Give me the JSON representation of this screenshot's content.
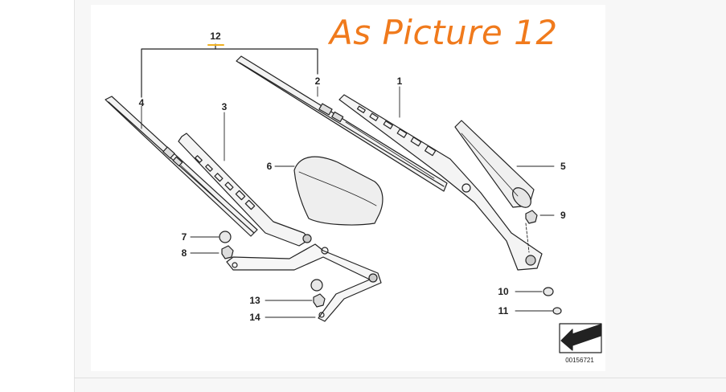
{
  "overlay_title": "As Picture 12",
  "accent_color": "#f07a1c",
  "part_labels": {
    "p1": "1",
    "p2": "2",
    "p3": "3",
    "p4": "4",
    "p5": "5",
    "p6": "6",
    "p7": "7",
    "p8": "8",
    "p9": "9",
    "p10": "10",
    "p11": "11",
    "p12": "12",
    "p13": "13",
    "p14": "14"
  },
  "diagram_code": "00156721",
  "icons": {
    "orientation": "arrow-down-left-icon"
  }
}
